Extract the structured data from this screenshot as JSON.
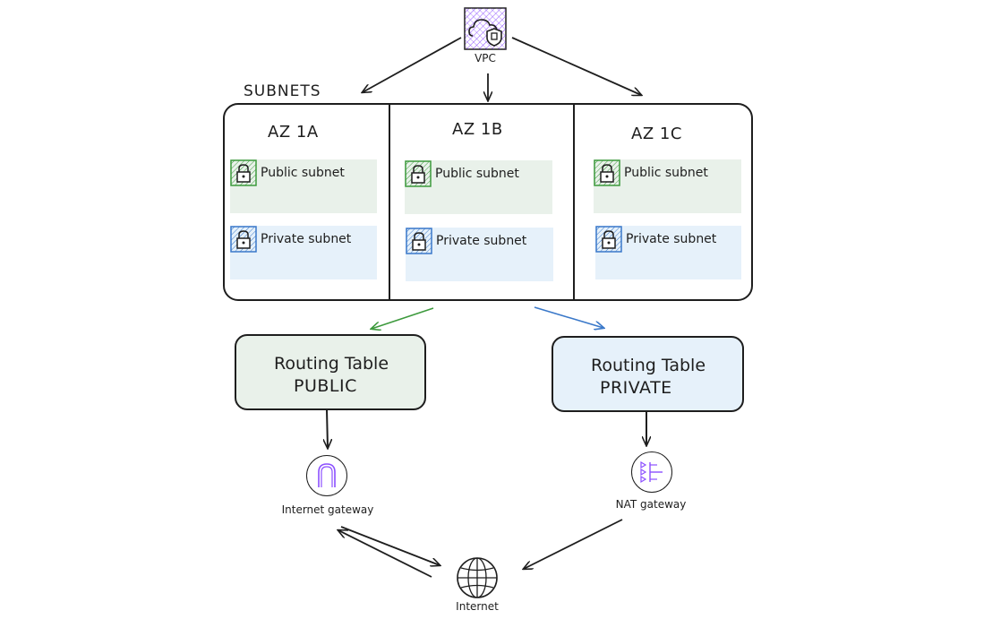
{
  "vpc": {
    "label": "VPC"
  },
  "subnets": {
    "title": "SUBNETS",
    "azs": [
      {
        "name": "AZ 1A",
        "public_label": "Public subnet",
        "private_label": "Private subnet"
      },
      {
        "name": "AZ 1B",
        "public_label": "Public subnet",
        "private_label": "Private subnet"
      },
      {
        "name": "AZ 1C",
        "public_label": "Public subnet",
        "private_label": "Private subnet"
      }
    ]
  },
  "routing": {
    "public": {
      "line1": "Routing Table",
      "line2": "PUBLIC"
    },
    "private": {
      "line1": "Routing Table",
      "line2": "PRIVATE"
    }
  },
  "gateways": {
    "internet": "Internet gateway",
    "nat": "NAT gateway",
    "internet_node": "Internet"
  },
  "colors": {
    "public_fill": "#e9f1ea",
    "private_fill": "#e6f1fa",
    "public_accent": "#3d9a3d",
    "private_accent": "#3a78c9",
    "vpc_accent": "#8c4fff"
  }
}
